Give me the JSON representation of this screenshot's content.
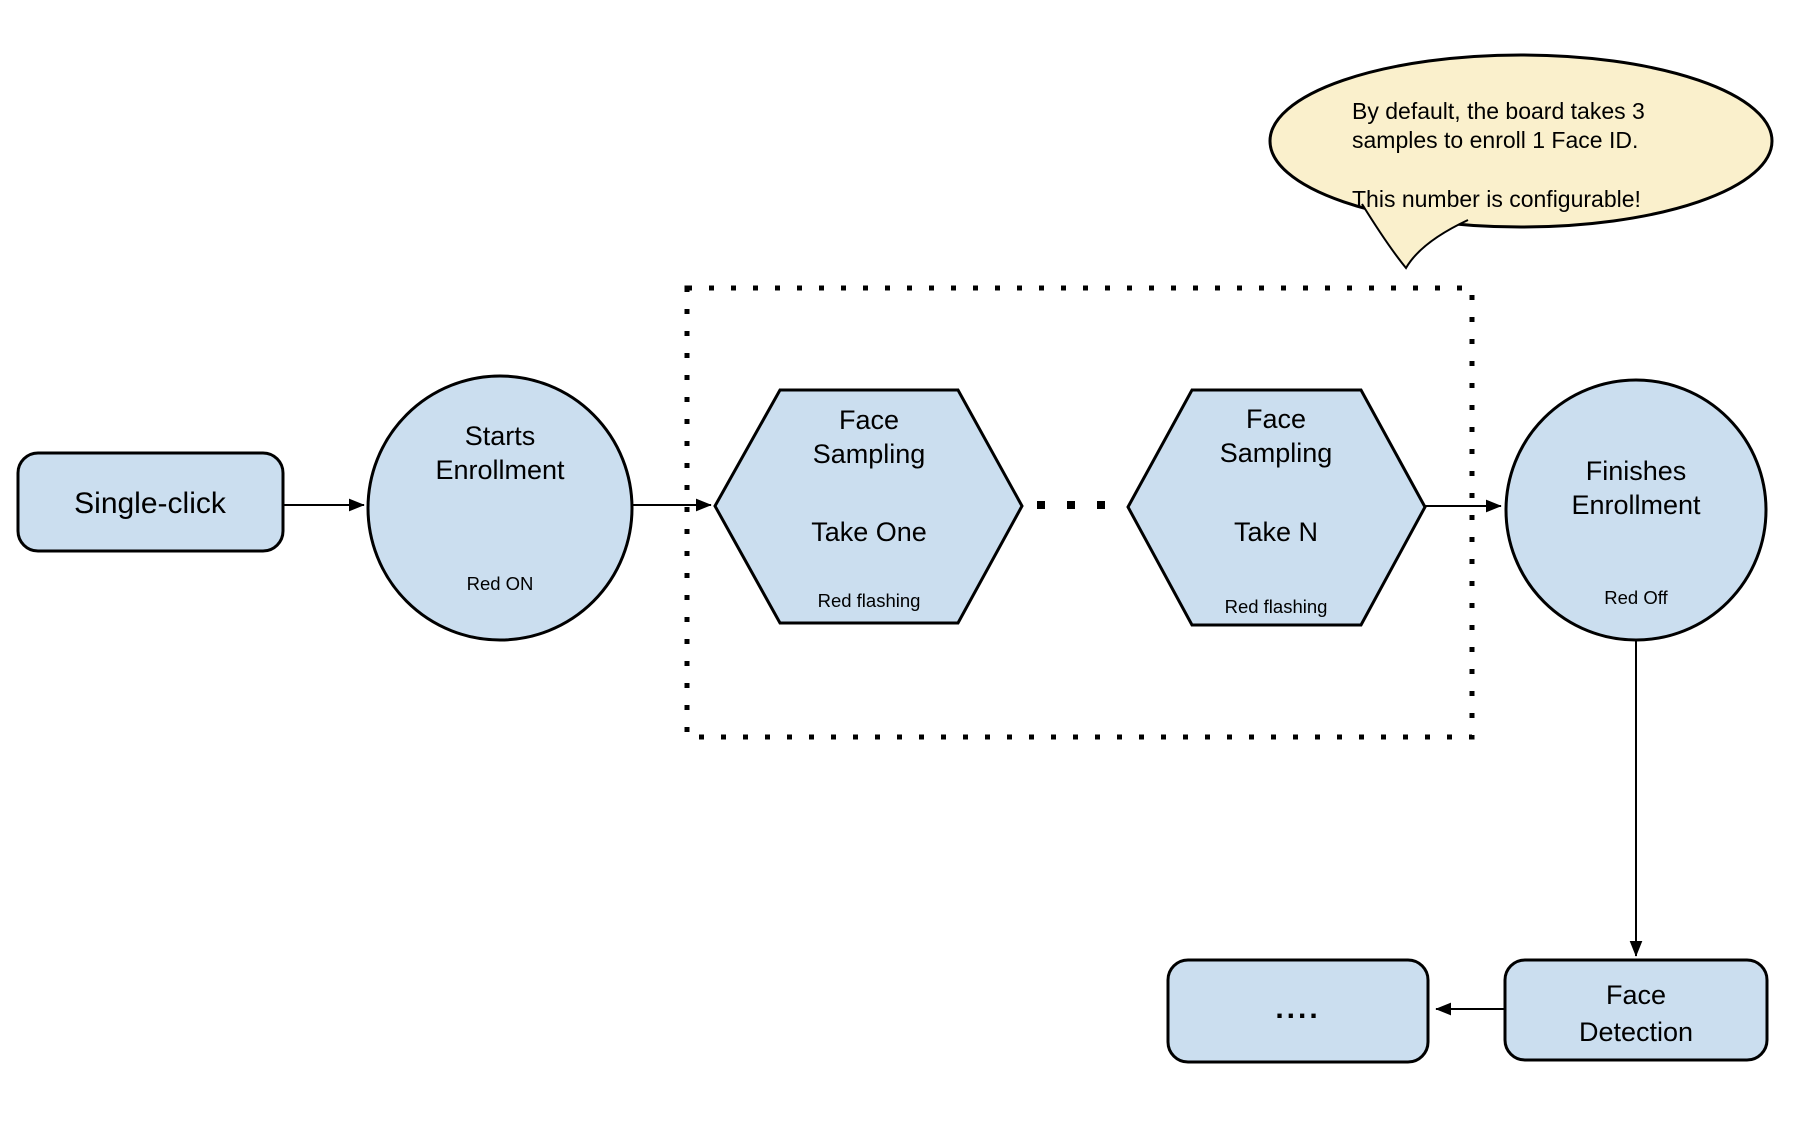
{
  "title": "Face ID enrollment flow",
  "colors": {
    "node_fill": "#cbdeef",
    "bubble_fill": "#faf0cc",
    "stroke": "#000000",
    "background": "#ffffff"
  },
  "bubble": {
    "line1": "By default, the board takes 3",
    "line2": "samples to enroll 1 Face ID.",
    "line3": "This number is configurable!"
  },
  "nodes": {
    "single_click": {
      "label": "Single-click"
    },
    "starts_enrollment": {
      "line1": "Starts",
      "line2": "Enrollment",
      "status": "Red ON"
    },
    "sampling_one": {
      "line1": "Face",
      "line2": "Sampling",
      "line3": "Take One",
      "status": "Red flashing"
    },
    "sampling_n": {
      "line1": "Face",
      "line2": "Sampling",
      "line3": "Take N",
      "status": "Red flashing"
    },
    "finishes_enrollment": {
      "line1": "Finishes",
      "line2": "Enrollment",
      "status": "Red Off"
    },
    "face_detection": {
      "line1": "Face",
      "line2": "Detection"
    },
    "continuation": {
      "label": "...."
    }
  }
}
